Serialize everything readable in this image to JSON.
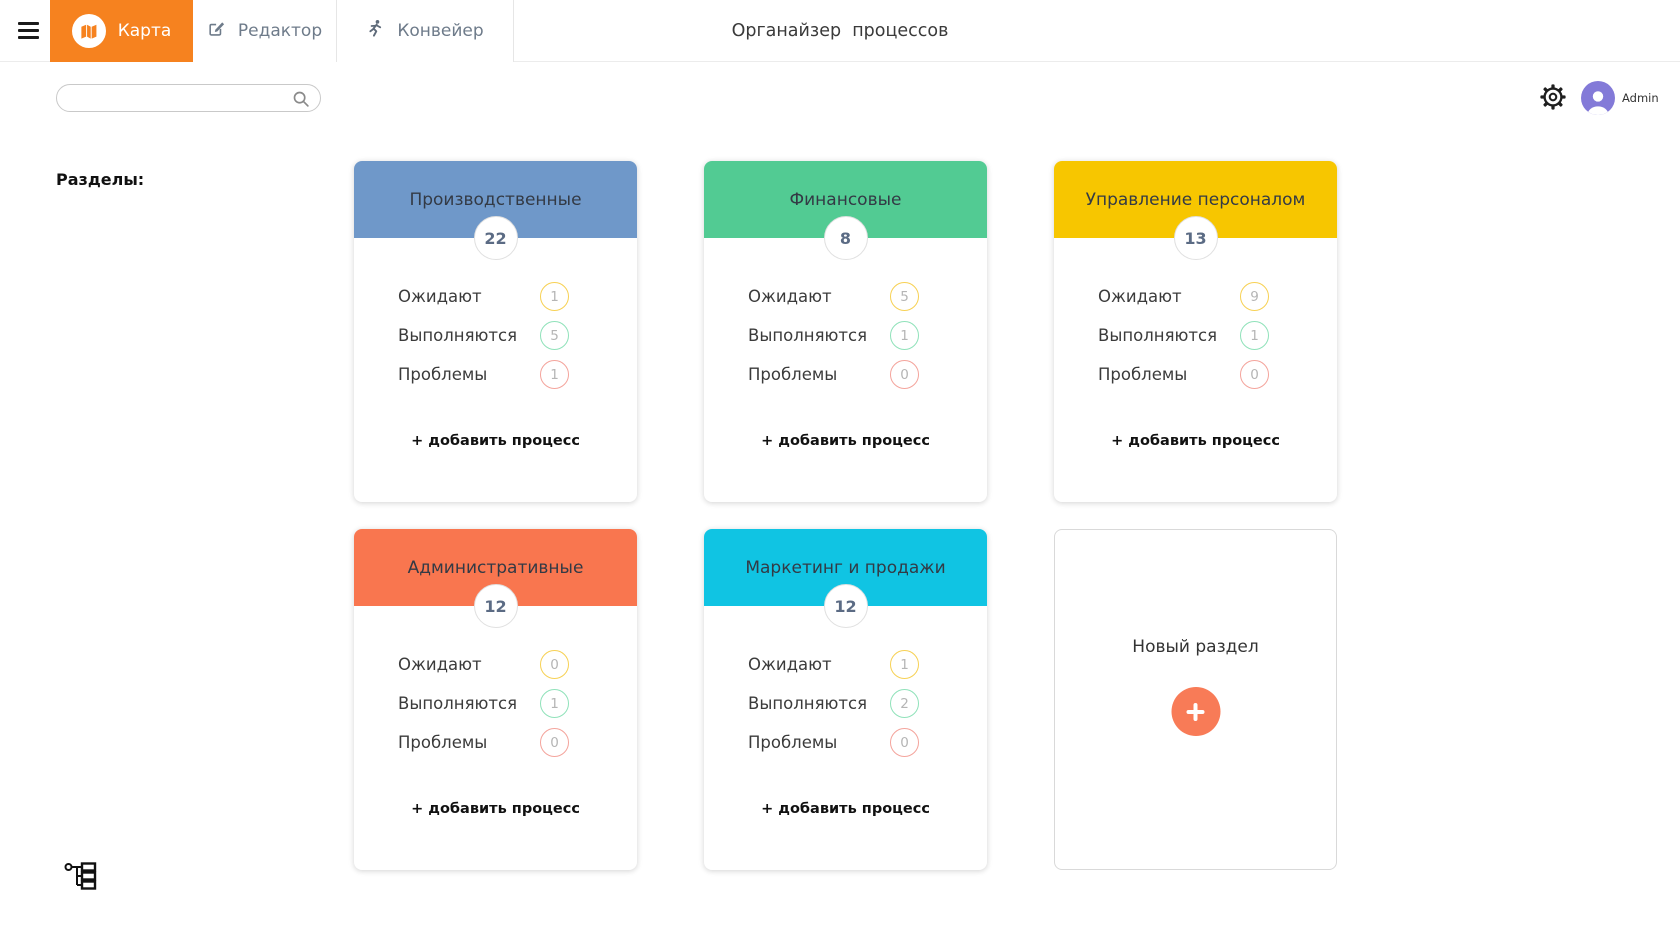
{
  "app": {
    "title": "Органайзер  процессов"
  },
  "nav": {
    "tabs": [
      {
        "label": "Карта",
        "icon": "map-icon",
        "active": true
      },
      {
        "label": "Редактор",
        "icon": "edit-icon",
        "active": false
      },
      {
        "label": "Конвейер",
        "icon": "runner-icon",
        "active": false
      }
    ]
  },
  "toolbar": {
    "search": {
      "value": "",
      "placeholder": ""
    },
    "user": "Admin"
  },
  "sections_label": "Разделы:",
  "cards": [
    {
      "title": "Производственные",
      "color": "#6F98C9",
      "count": "22",
      "rows": [
        {
          "label": "Ожидают",
          "value": "1"
        },
        {
          "label": "Выполняются",
          "value": "5"
        },
        {
          "label": "Проблемы",
          "value": "1"
        }
      ],
      "add_label": "+ добавить процесс"
    },
    {
      "title": "Финансовые",
      "color": "#52CB93",
      "count": "8",
      "rows": [
        {
          "label": "Ожидают",
          "value": "5"
        },
        {
          "label": "Выполняются",
          "value": "1"
        },
        {
          "label": "Проблемы",
          "value": "0"
        }
      ],
      "add_label": "+ добавить процесс"
    },
    {
      "title": "Управление персоналом",
      "color": "#F7C600",
      "count": "13",
      "rows": [
        {
          "label": "Ожидают",
          "value": "9"
        },
        {
          "label": "Выполняются",
          "value": "1"
        },
        {
          "label": "Проблемы",
          "value": "0"
        }
      ],
      "add_label": "+ добавить процесс"
    },
    {
      "title": "Административные",
      "color": "#F9764F",
      "count": "12",
      "rows": [
        {
          "label": "Ожидают",
          "value": "0"
        },
        {
          "label": "Выполняются",
          "value": "1"
        },
        {
          "label": "Проблемы",
          "value": "0"
        }
      ],
      "add_label": "+ добавить процесс"
    },
    {
      "title": "Маркетинг и продажи",
      "color": "#10C4E3",
      "count": "12",
      "rows": [
        {
          "label": "Ожидают",
          "value": "1"
        },
        {
          "label": "Выполняются",
          "value": "2"
        },
        {
          "label": "Проблемы",
          "value": "0"
        }
      ],
      "add_label": "+ добавить процесс"
    }
  ],
  "new_card": {
    "title": "Новый раздел"
  },
  "colors": {
    "accent_orange": "#F6821F",
    "avatar_purple": "#837AD8",
    "badge_waiting": "#F7D154",
    "badge_running": "#90E2BA",
    "badge_problem": "#F4A49C",
    "plus_button": "#F87B57",
    "tab_text": "#6E7B8A"
  }
}
